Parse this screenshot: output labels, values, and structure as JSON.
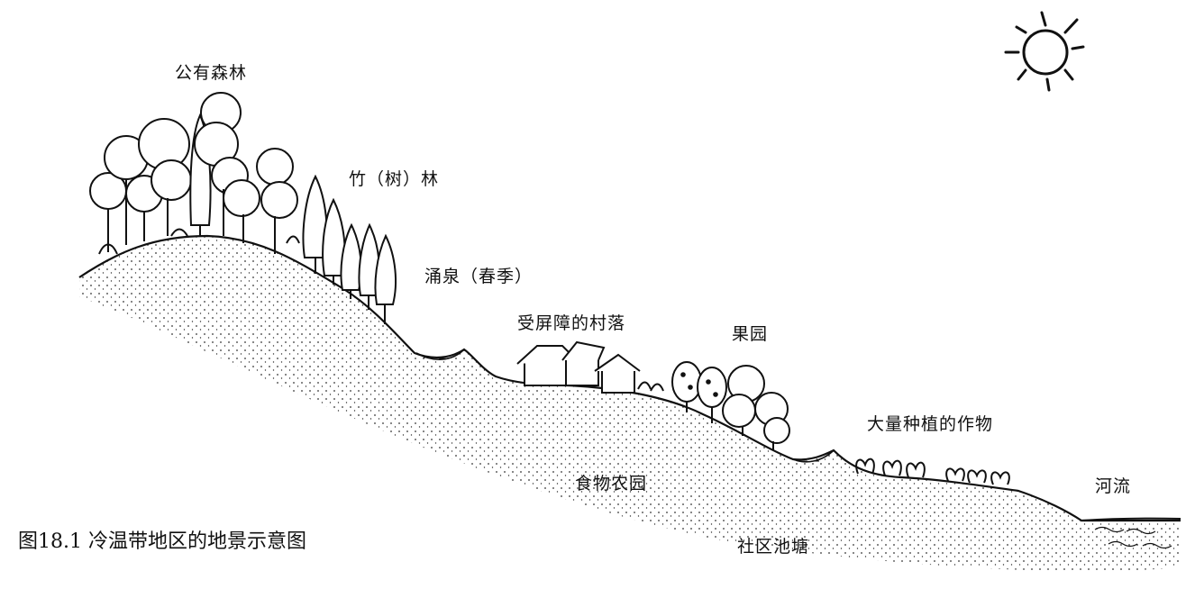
{
  "labels": {
    "public_forest": "公有森林",
    "bamboo_forest": "竹（树）林",
    "spring": "涌泉（春季）",
    "village": "受屏障的村落",
    "orchard": "果园",
    "crops": "大量种植的作物",
    "food_garden": "食物农园",
    "river": "河流",
    "community_pond": "社区池塘"
  },
  "caption": "图18.1 冷温带地区的地景示意图",
  "colors": {
    "ink": "#111111",
    "background": "#ffffff"
  },
  "icons": [
    "sun-icon",
    "deciduous-tree-icon",
    "conifer-tree-icon",
    "house-icon",
    "fruit-tree-icon",
    "crop-plant-icon",
    "water-icon"
  ]
}
